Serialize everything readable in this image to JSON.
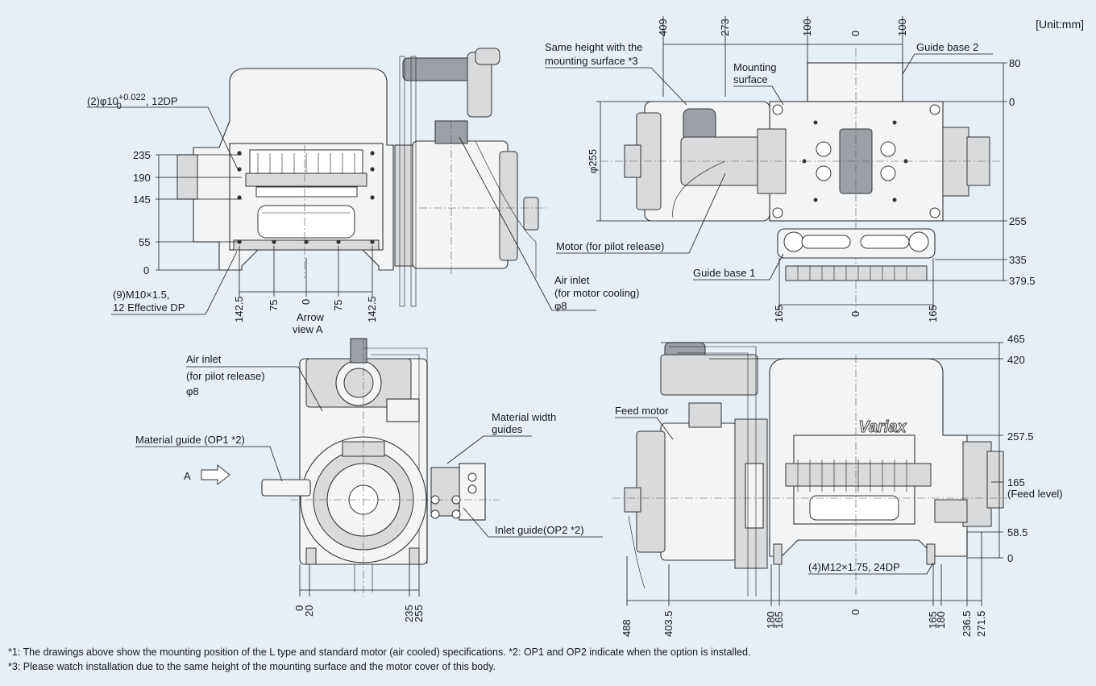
{
  "unit_label": "[Unit:mm]",
  "top_left_view": {
    "callout_hole": "(2)φ10",
    "callout_hole_tol": "+0.022",
    "callout_hole_tol_low": "0",
    "callout_hole_suffix": ", 12DP",
    "height_dims": [
      "235",
      "190",
      "145",
      "55",
      "0"
    ],
    "callout_thread_1": "(9)M10×1.5,",
    "callout_thread_2": "12 Effective DP",
    "width_dims": [
      "142.5",
      "75",
      "0",
      "75",
      "142.5"
    ],
    "arrow_view_1": "Arrow",
    "arrow_view_2": "view A",
    "air_inlet_1": "Air inlet",
    "air_inlet_2": "(for motor cooling)",
    "air_inlet_3": "φ8"
  },
  "top_right_view": {
    "top_dims": [
      "409",
      "273",
      "100",
      "0",
      "100"
    ],
    "same_height_1": "Same height with the",
    "same_height_2": "mounting surface *3",
    "mounting_1": "Mounting",
    "mounting_2": "surface",
    "guide_base_2": "Guide base 2",
    "phi_255": "φ255",
    "right_dims": [
      "80",
      "0",
      "255",
      "335",
      "379.5"
    ],
    "motor_pilot": "Motor (for pilot release)",
    "guide_base_1": "Guide base 1",
    "bottom_dims": [
      "165",
      "0",
      "165"
    ]
  },
  "bottom_left_view": {
    "air_inlet_1": "Air inlet",
    "air_inlet_2": "(for pilot release)",
    "air_inlet_3": "φ8",
    "material_guide": "Material guide (OP1 *2)",
    "arrow_a": "A",
    "material_width_1": "Material width",
    "material_width_2": "guides",
    "inlet_guide": "Inlet guide(OP2 *2)",
    "bottom_dims": [
      "0",
      "20",
      "235",
      "255"
    ]
  },
  "bottom_right_view": {
    "feed_motor": "Feed motor",
    "brand": "Variax",
    "right_dims": [
      "465",
      "420",
      "257.5",
      "165",
      "(Feed level)",
      "58.5",
      "0"
    ],
    "callout_thread": "(4)M12×1.75, 24DP",
    "bottom_dims": [
      "488",
      "403.5",
      "180",
      "165",
      "0",
      "165",
      "180",
      "236.5",
      "271.5"
    ]
  },
  "footnotes": [
    "*1: The drawings above show the mounting position of the L type and standard motor (air cooled) specifications.  *2: OP1 and OP2 indicate when the option is installed.",
    "*3: Please watch installation due to the same height of the mounting surface and the motor cover of this body."
  ]
}
